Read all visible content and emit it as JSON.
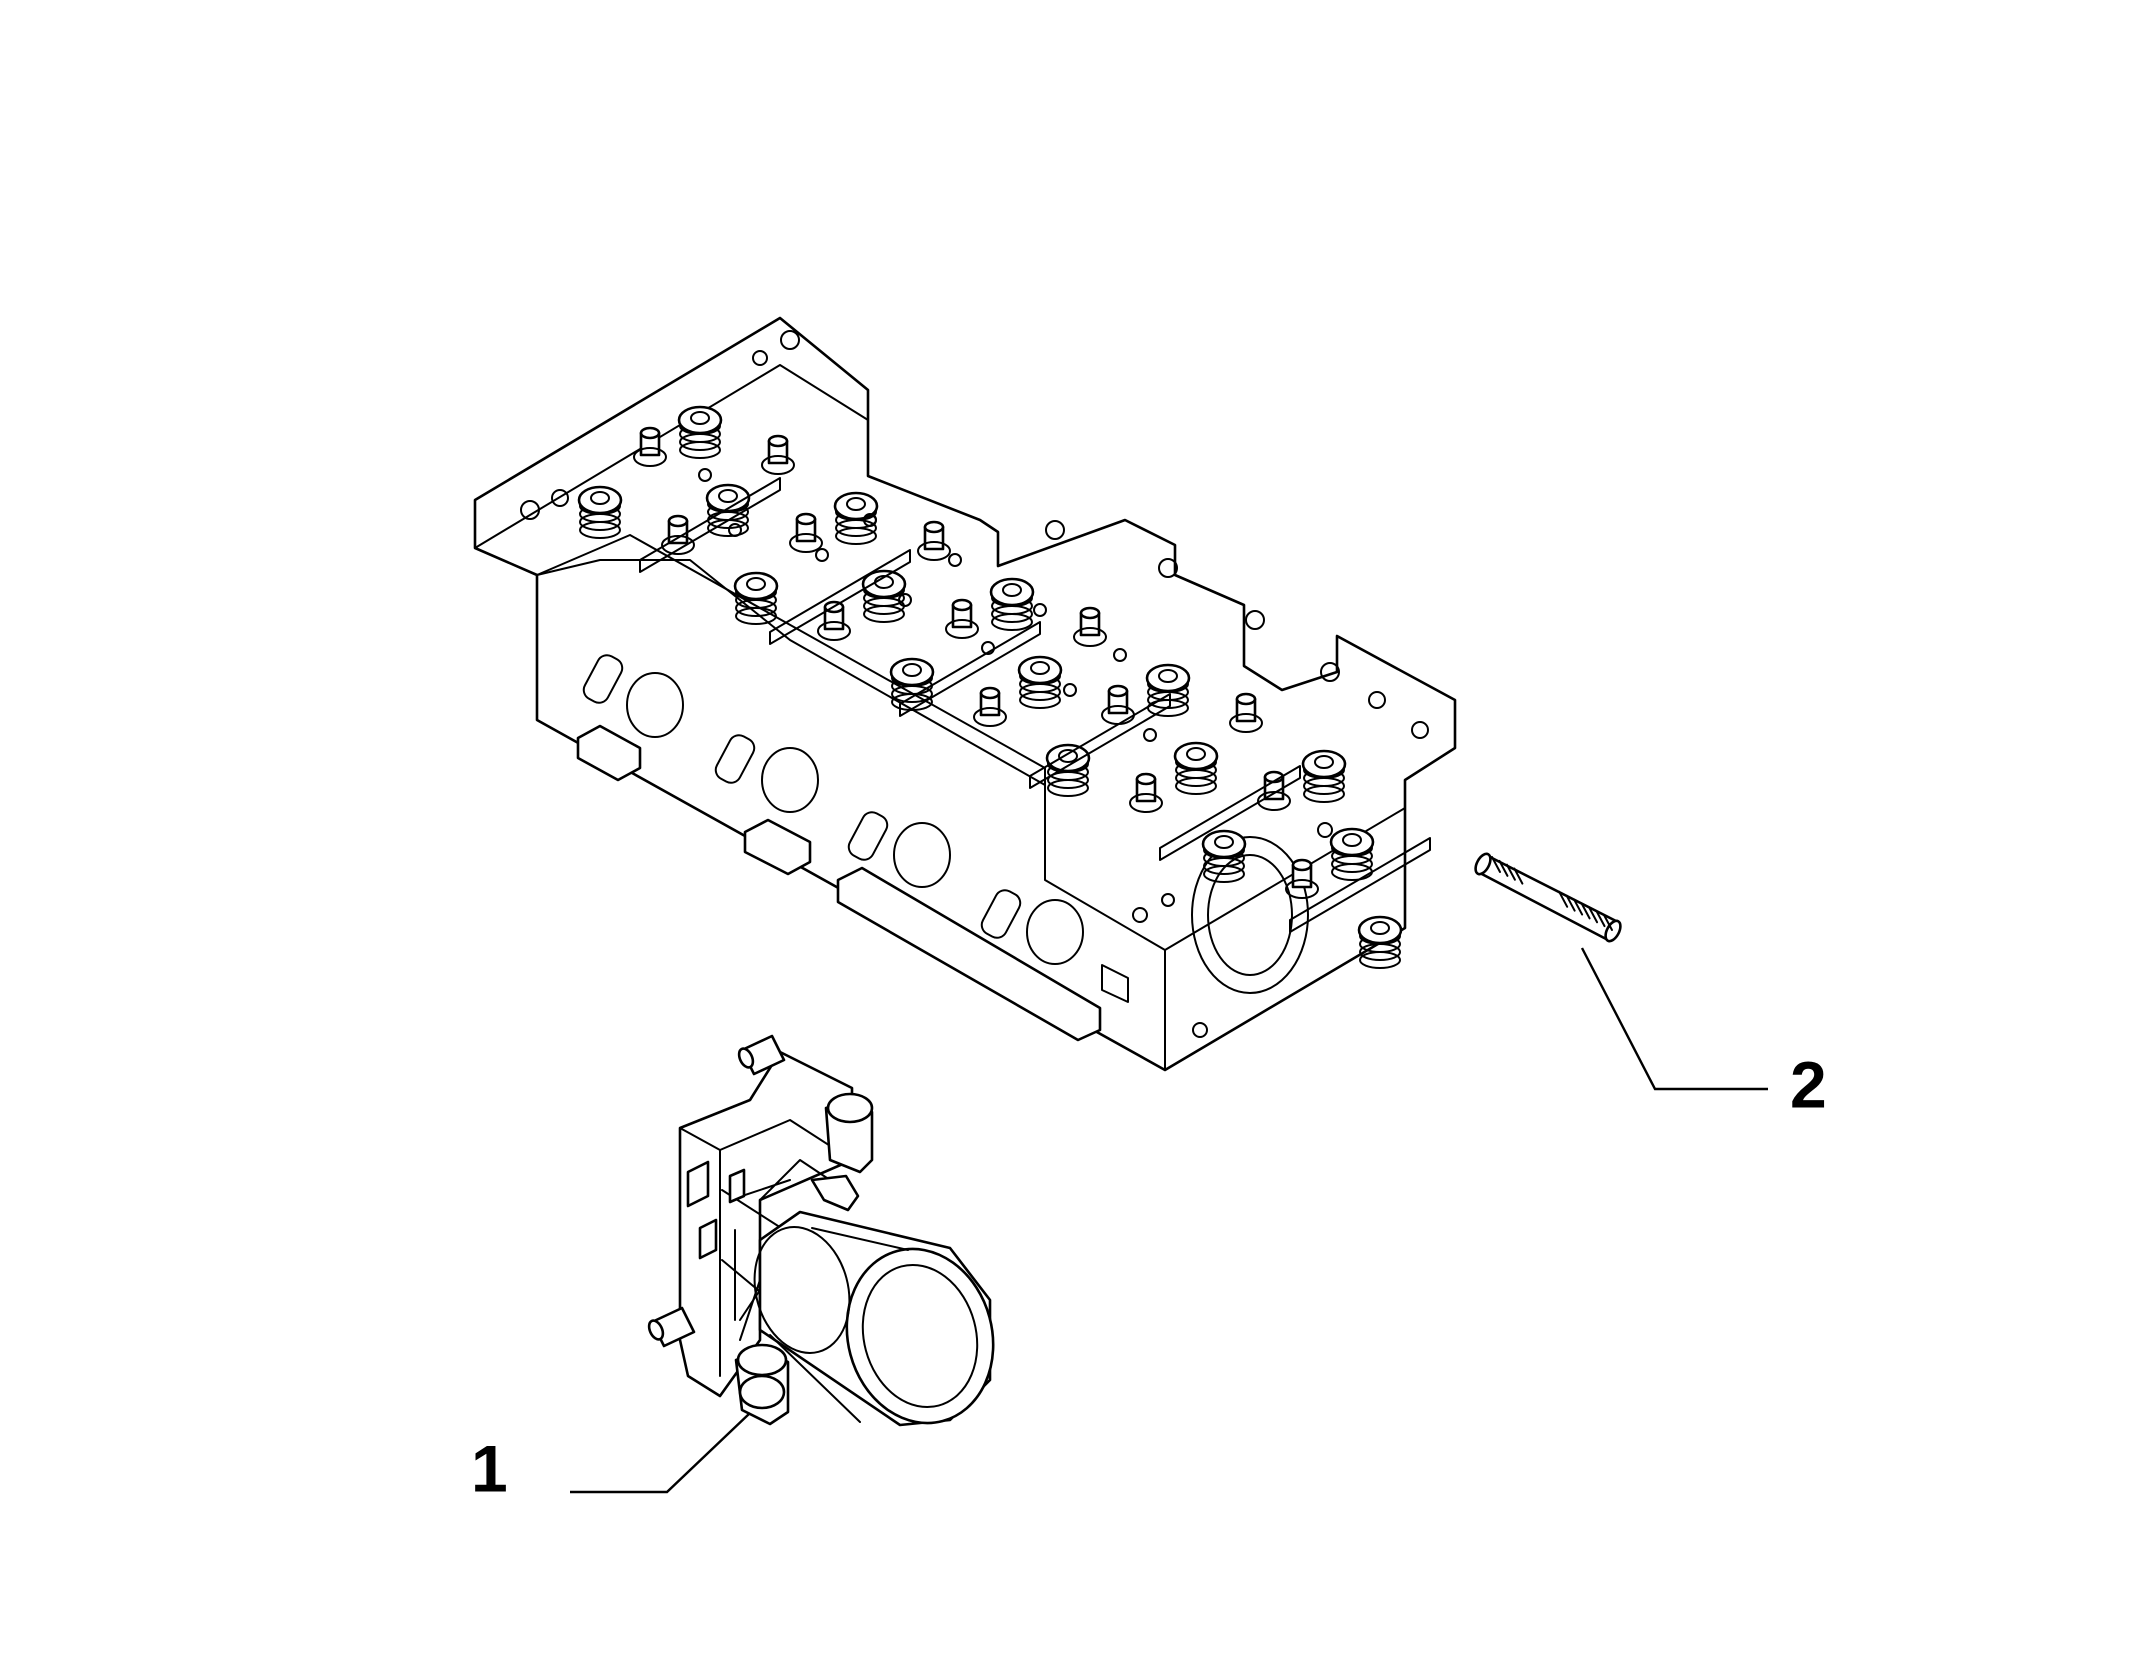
{
  "diagram": {
    "parts": [
      {
        "id": "cylinder-head",
        "callout": ""
      },
      {
        "id": "thermostat-housing",
        "callout": "1"
      },
      {
        "id": "stud-bolt",
        "callout": "2"
      }
    ],
    "callouts": {
      "part1": "1",
      "part2": "2"
    },
    "colors": {
      "line": "#000000",
      "background": "#ffffff"
    }
  }
}
